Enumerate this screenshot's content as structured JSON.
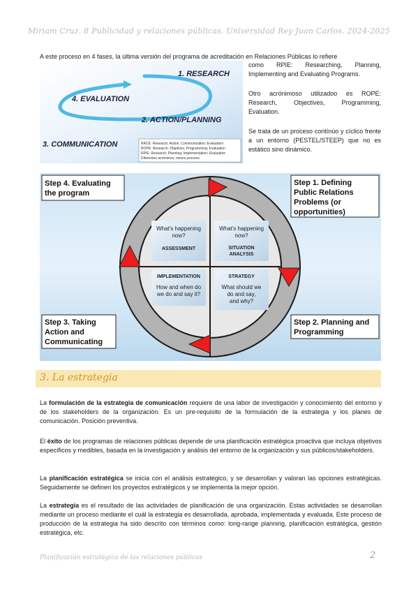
{
  "header": {
    "text": "Miriam Cruz. 8 Publicidad y relaciones públicas. Universidad Rey Juan Carlos. 2024-2025"
  },
  "intro": {
    "text": "A este proceso en 4 fases, la última versión del programa de acreditación en Relaciones Públicas lo refiere"
  },
  "side": {
    "p1": "como RPIE: Researching, Planning, Implementing and Evaluating Programs.",
    "p2": "Otro acrónimoso utilizadoo es ROPE: Research, Objectives, Programming, Evaluation.",
    "p3": "Se trata de un proceso contínúo y cíclico frente a un entorno (PESTEL/STEEP) que no es estático sino dinámico."
  },
  "fig1": {
    "research": "1. RESEARCH",
    "action": "2. ACTION/PLANNING",
    "communication": "3. COMMUNICATION",
    "evaluation": "4. EVALUATION",
    "legend": [
      "RACE: Research; Action; Communication; Evaluation",
      "ROPE: Research; Objetives; Programming; Evaluation",
      "RPIE: Research; Planning; Implementation; Evaluation",
      "Diferentes acrónimos, mismo proceso"
    ]
  },
  "fig2": {
    "step4": [
      "Step 4. Evaluating",
      "the program"
    ],
    "step1": [
      "Step 1. Defining",
      "Public Relations",
      "Problems (or",
      "opportunities)"
    ],
    "step3": [
      "Step 3. Taking",
      "Action and",
      "Communicating"
    ],
    "step2": [
      "Step 2. Planning and",
      "Programming"
    ],
    "q1": {
      "q": [
        "What's happening",
        "now?"
      ],
      "t": "ASSESSMENT"
    },
    "q2": {
      "q": [
        "What's happening",
        "now?"
      ],
      "t": [
        "SITUATION",
        "ANALYSIS"
      ]
    },
    "q3": {
      "t": "IMPLEMENTATION",
      "q": [
        "How and when do",
        "we do and say it?"
      ]
    },
    "q4": {
      "t": "STRATEGY",
      "q": [
        "What should we",
        "do and say,",
        "and why?"
      ]
    }
  },
  "section": {
    "title": "3. La estrategia"
  },
  "body": {
    "p1": {
      "a": "La ",
      "b": "formulación de la estrategia de comunicación",
      "c": " requiere de una labor de investigación y conocimiento del entorno y de los stakeholders de la organización. Es un pre-requisito de la formulación de la estrategia y los planes de comunicación. Posición preventiva."
    },
    "p2": {
      "a": "El ",
      "b": "éxito",
      "c": " de los programas de relaciones públicas depende de una planificación estratégica proactiva que incluya objetivos específicos y medibles, basada en la investigación y análisis del entorno de la organización y sus públicos/stakeholders."
    },
    "p3": {
      "a": "La ",
      "b": "planificación estratégica",
      "c": " se inicia con el análisis estratégico, y se desarrollan y valoran las opciones estratégicas. Seguidamente se definen los proyectos estratégicos y se implementa la mejor opción."
    },
    "p4": {
      "a": "La ",
      "b": "estrategia",
      "c": " es el resultado de las actividades de planificación de una organización. Estas actividades se desarrollan mediante un proceso mediante el cuál la estrategia es desarrollada, aprobada, implementada y evaluada. Este proceso de producción de la estrategia ha sido descrito con términos como: long-range planning, planificación estratégica, gestión estratégica, etc."
    }
  },
  "footer": {
    "text": "Planificación estratégica de las relaciones públicas",
    "page": "2"
  }
}
